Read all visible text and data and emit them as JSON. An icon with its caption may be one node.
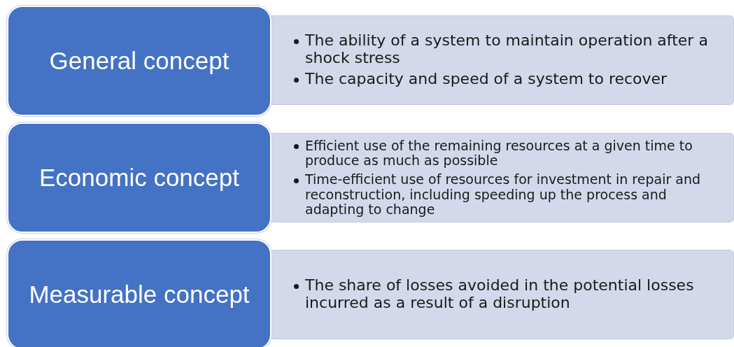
{
  "diagram": {
    "nodes": [
      {
        "text": [
          "General concept"
        ]
      },
      {
        "text": [
          "The ability of a system to maintain operation after a shock stress",
          "The capacity and speed of a system to recover"
        ]
      },
      {
        "text": [
          "Economic concept"
        ]
      },
      {
        "text": [
          "Efficient use of the remaining resources at a given time to produce as much as possible",
          "Time-efficient use of resources for investment in repair and reconstruction, including speeding up the process and adapting to change"
        ]
      },
      {
        "text": [
          "Measurable concept"
        ]
      },
      {
        "text": [
          "The share of losses avoided in the potential losses incurred as a result of a disruption"
        ]
      }
    ]
  }
}
